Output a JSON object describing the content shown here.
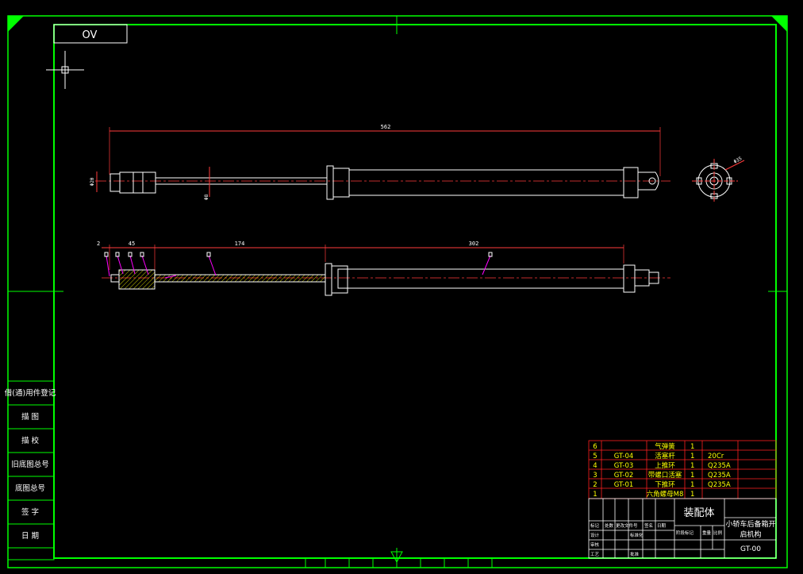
{
  "title_box": {
    "label": "OV"
  },
  "dimensions": {
    "overall_length": "562",
    "left_dia": "Φ20",
    "rod_dia": "Φ8",
    "seg_start": "2",
    "seg_a": "45",
    "seg_b": "174",
    "seg_c": "302",
    "end_dia": "Φ35"
  },
  "side_labels": [
    "借(通)用件登记",
    "描  图",
    "描  校",
    "旧底图总号",
    "底图总号",
    "签  字",
    "日  期"
  ],
  "bom": {
    "rows": [
      {
        "no": "6",
        "code": "",
        "name": "气弹簧",
        "qty": "1",
        "material": ""
      },
      {
        "no": "5",
        "code": "GT-04",
        "name": "活塞杆",
        "qty": "1",
        "material": "20Cr"
      },
      {
        "no": "4",
        "code": "GT-03",
        "name": "上推环",
        "qty": "1",
        "material": "Q235A"
      },
      {
        "no": "3",
        "code": "GT-02",
        "name": "带螺口活塞",
        "qty": "1",
        "material": "Q235A"
      },
      {
        "no": "2",
        "code": "GT-01",
        "name": "下推环",
        "qty": "1",
        "material": "Q235A"
      },
      {
        "no": "1",
        "code": "",
        "name": "六角螺母M8",
        "qty": "1",
        "material": ""
      }
    ]
  },
  "title_block": {
    "main": "装配体",
    "product": [
      "小轿车后备箱开",
      "启机构"
    ],
    "drawing_no": "GT-00",
    "small_labels": [
      "标记",
      "处数",
      "更改文件号",
      "签名",
      "日期",
      "设计",
      "标准化",
      "阶段标记",
      "重量",
      "比例",
      "审核",
      "工艺",
      "批准"
    ]
  },
  "colors": {
    "frame": "#00ff00",
    "outline": "#ffffff",
    "dimension": "#ff3b3b",
    "leader": "#ff00ff",
    "bom_grid": "#ff2020",
    "bom_text": "#ffff00"
  }
}
